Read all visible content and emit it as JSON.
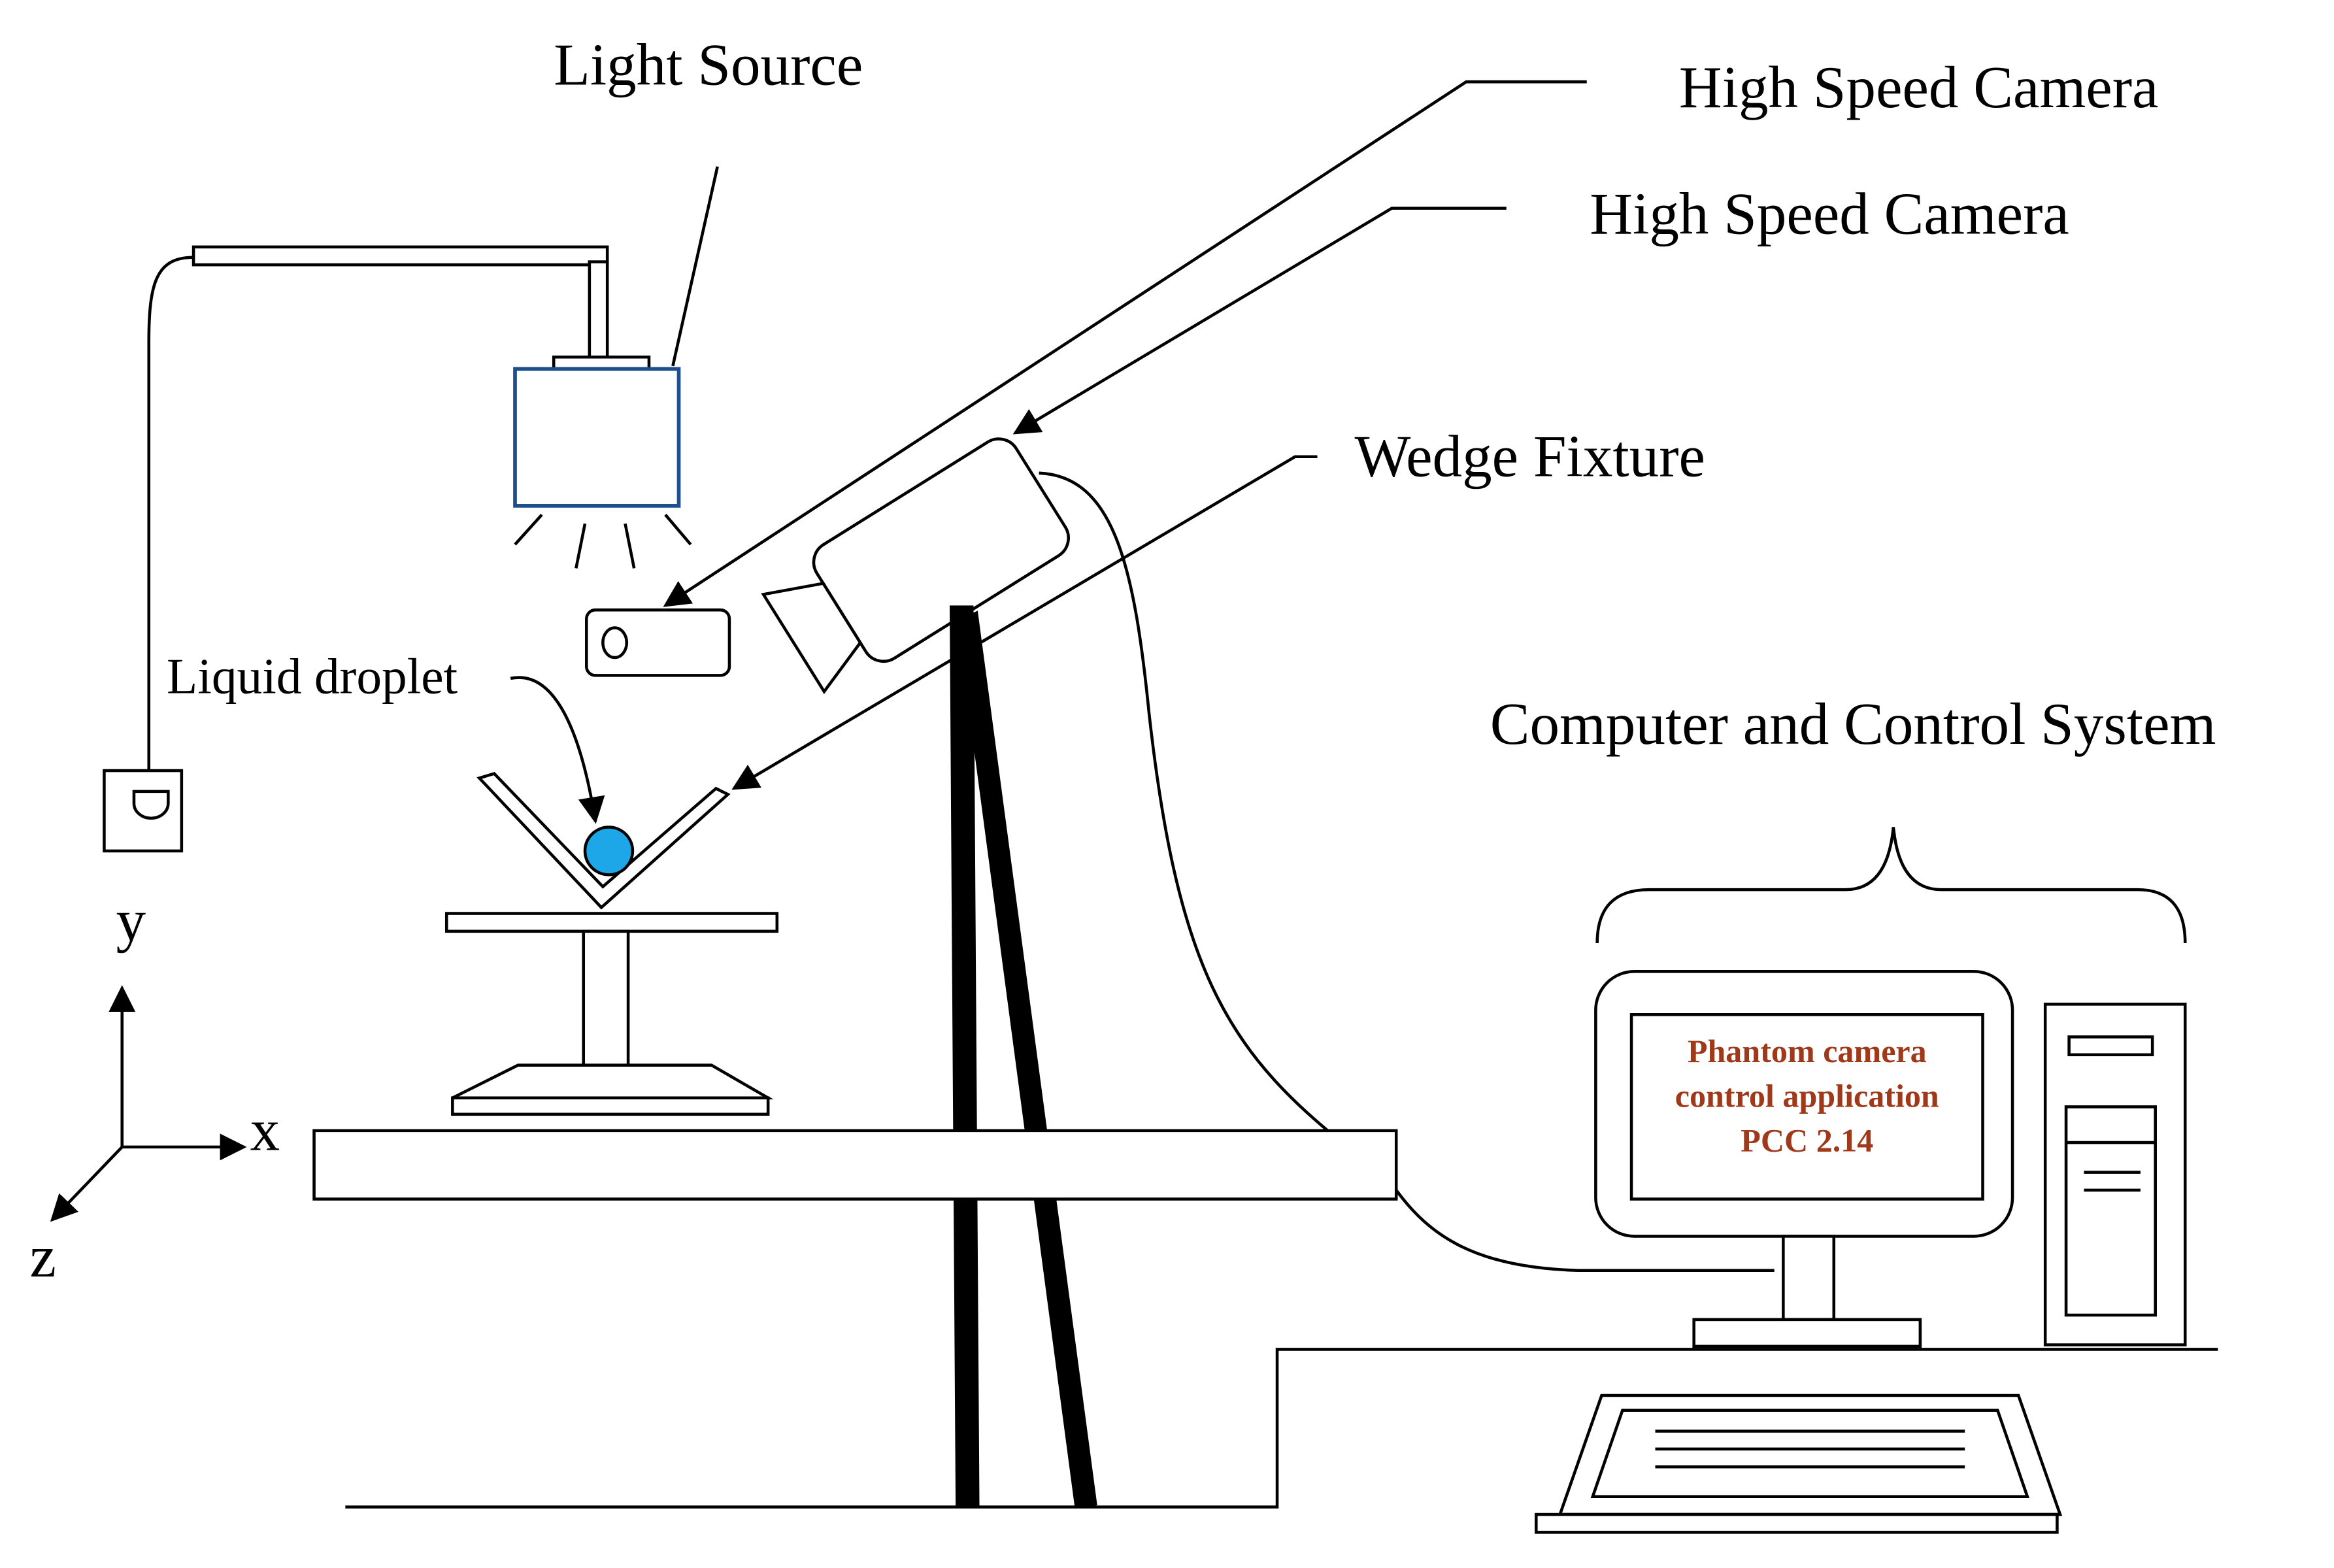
{
  "labels": {
    "light_source": "Light Source",
    "high_speed_camera_1": "High Speed Camera",
    "high_speed_camera_2": "High Speed Camera",
    "wedge_fixture": "Wedge Fixture",
    "liquid_droplet": "Liquid droplet",
    "computer_system": "Computer and Control System",
    "axis_x": "x",
    "axis_y": "y",
    "axis_z": "z"
  },
  "screen": {
    "line1": "Phantom camera",
    "line2": "control application",
    "line3": "PCC 2.14"
  },
  "colors": {
    "line": "#000000",
    "light_source_border": "#1f4e8c",
    "droplet_fill": "#1ea7e8",
    "screen_text": "#a0381a"
  }
}
